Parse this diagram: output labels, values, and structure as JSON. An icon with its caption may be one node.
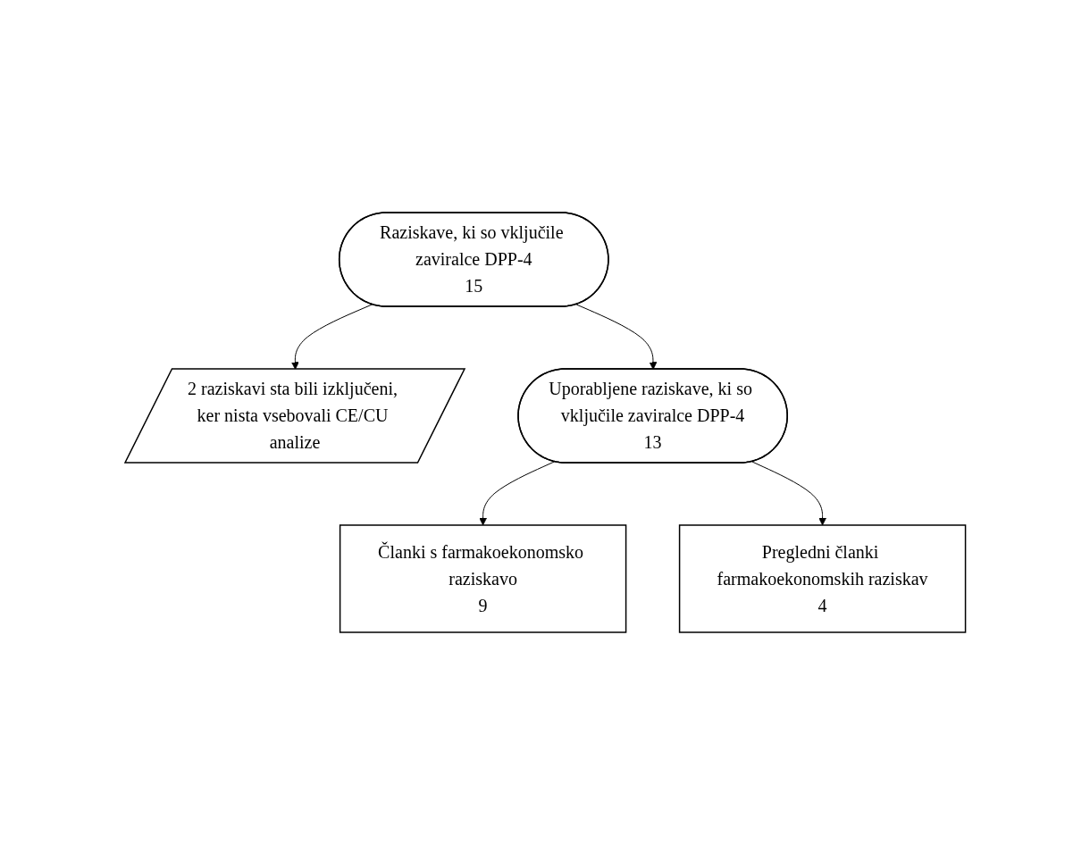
{
  "diagram": {
    "nodes": [
      {
        "text": [
          "Raziskave, ki so vključile zaviralce DPP-4",
          "15"
        ]
      },
      {
        "text": [
          "2 raziskavi sta bili izključeni, ker nista vsebovali CE/CU analize"
        ]
      },
      {
        "text": [
          "Uporabljene raziskave, ki so vključile zaviralce DPP-4",
          "13"
        ]
      },
      {
        "text": [
          "Članki s farmakoekonomsko raziskavo",
          "9"
        ]
      },
      {
        "text": [
          "Pregledni članki farmakoekonomskih raziskav",
          "4"
        ]
      }
    ],
    "edges": [
      {
        "from": 0,
        "to": 1,
        "arrow": "to"
      },
      {
        "from": 0,
        "to": 2,
        "arrow": "to"
      },
      {
        "from": 2,
        "to": 3,
        "arrow": "to"
      },
      {
        "from": 2,
        "to": 4,
        "arrow": "to"
      }
    ]
  }
}
